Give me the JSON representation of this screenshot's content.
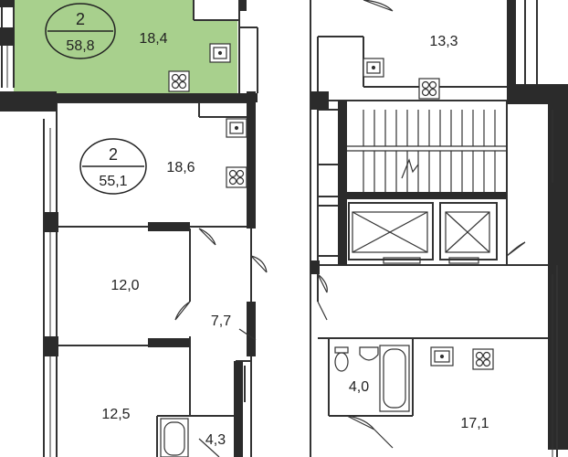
{
  "highlight_color": "#a8d08d",
  "wall_color": "#2b2b2b",
  "apartments": [
    {
      "rooms": "2",
      "area": "58,8",
      "highlighted": true
    },
    {
      "rooms": "2",
      "area": "55,1",
      "highlighted": false
    }
  ],
  "room_areas": {
    "a1_living": "18,4",
    "a2_living": "18,6",
    "bedroom_a": "12,0",
    "hall": "7,7",
    "bedroom_b": "12,5",
    "bath_left": "4,3",
    "right_top": "13,3",
    "bath_right": "4,0",
    "right_bottom": "17,1"
  },
  "icons": [
    "stove-icon",
    "sink-icon",
    "bathtub-icon",
    "toilet-icon",
    "elevator-icon",
    "stairs-icon"
  ]
}
